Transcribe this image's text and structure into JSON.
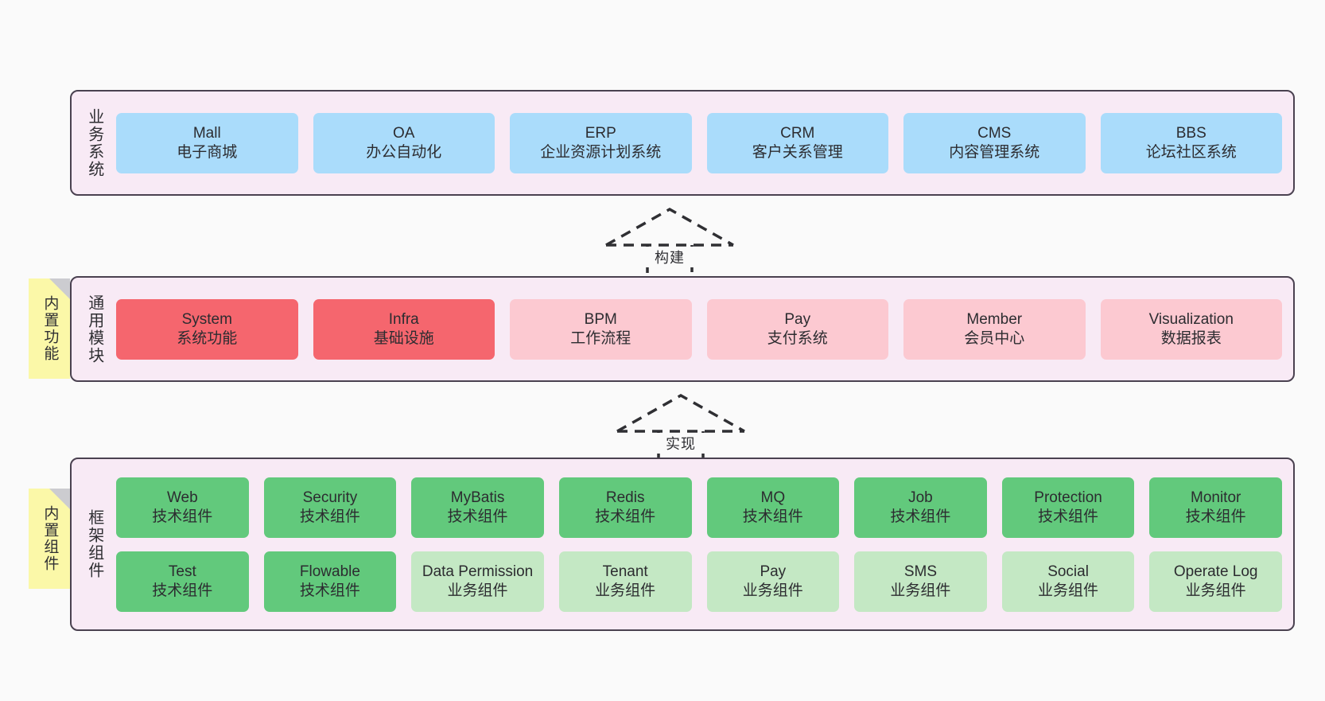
{
  "diagram": {
    "background_color": "#fafafa",
    "layer_fill": "#f8eaf5",
    "layer_border": "#4a4150",
    "note_color": "#fbf8a8",
    "colors": {
      "business_node": "#aadcfb",
      "module_core": "#f5666e",
      "module_optional": "#fcc9d1",
      "component_tech": "#62c97c",
      "component_business": "#c4e8c4"
    }
  },
  "layers": [
    {
      "id": "business-systems",
      "label": "业务系统",
      "rows": [
        {
          "nodes": [
            {
              "title": "Mall",
              "sub": "电子商城",
              "style": "n-blue"
            },
            {
              "title": "OA",
              "sub": "办公自动化",
              "style": "n-blue"
            },
            {
              "title": "ERP",
              "sub": "企业资源计划系统",
              "style": "n-blue"
            },
            {
              "title": "CRM",
              "sub": "客户关系管理",
              "style": "n-blue"
            },
            {
              "title": "CMS",
              "sub": "内容管理系统",
              "style": "n-blue"
            },
            {
              "title": "BBS",
              "sub": "论坛社区系统",
              "style": "n-blue"
            }
          ]
        }
      ]
    },
    {
      "id": "common-modules",
      "label": "通用模块",
      "note": "内置功能",
      "rows": [
        {
          "nodes": [
            {
              "title": "System",
              "sub": "系统功能",
              "style": "n-red"
            },
            {
              "title": "Infra",
              "sub": "基础设施",
              "style": "n-red"
            },
            {
              "title": "BPM",
              "sub": "工作流程",
              "style": "n-pink"
            },
            {
              "title": "Pay",
              "sub": "支付系统",
              "style": "n-pink"
            },
            {
              "title": "Member",
              "sub": "会员中心",
              "style": "n-pink"
            },
            {
              "title": "Visualization",
              "sub": "数据报表",
              "style": "n-pink"
            }
          ]
        }
      ]
    },
    {
      "id": "framework-components",
      "label": "框架组件",
      "note": "内置组件",
      "rows": [
        {
          "nodes": [
            {
              "title": "Web",
              "sub": "技术组件",
              "style": "n-green"
            },
            {
              "title": "Security",
              "sub": "技术组件",
              "style": "n-green"
            },
            {
              "title": "MyBatis",
              "sub": "技术组件",
              "style": "n-green"
            },
            {
              "title": "Redis",
              "sub": "技术组件",
              "style": "n-green"
            },
            {
              "title": "MQ",
              "sub": "技术组件",
              "style": "n-green"
            },
            {
              "title": "Job",
              "sub": "技术组件",
              "style": "n-green"
            },
            {
              "title": "Protection",
              "sub": "技术组件",
              "style": "n-green"
            },
            {
              "title": "Monitor",
              "sub": "技术组件",
              "style": "n-green"
            }
          ]
        },
        {
          "nodes": [
            {
              "title": "Test",
              "sub": "技术组件",
              "style": "n-green"
            },
            {
              "title": "Flowable",
              "sub": "技术组件",
              "style": "n-green"
            },
            {
              "title": "Data Permission",
              "sub": "业务组件",
              "style": "n-greenlight"
            },
            {
              "title": "Tenant",
              "sub": "业务组件",
              "style": "n-greenlight"
            },
            {
              "title": "Pay",
              "sub": "业务组件",
              "style": "n-greenlight"
            },
            {
              "title": "SMS",
              "sub": "业务组件",
              "style": "n-greenlight"
            },
            {
              "title": "Social",
              "sub": "业务组件",
              "style": "n-greenlight"
            },
            {
              "title": "Operate Log",
              "sub": "业务组件",
              "style": "n-greenlight"
            }
          ]
        }
      ]
    }
  ],
  "connectors": [
    {
      "id": "build",
      "label": "构建"
    },
    {
      "id": "implement",
      "label": "实现"
    }
  ]
}
